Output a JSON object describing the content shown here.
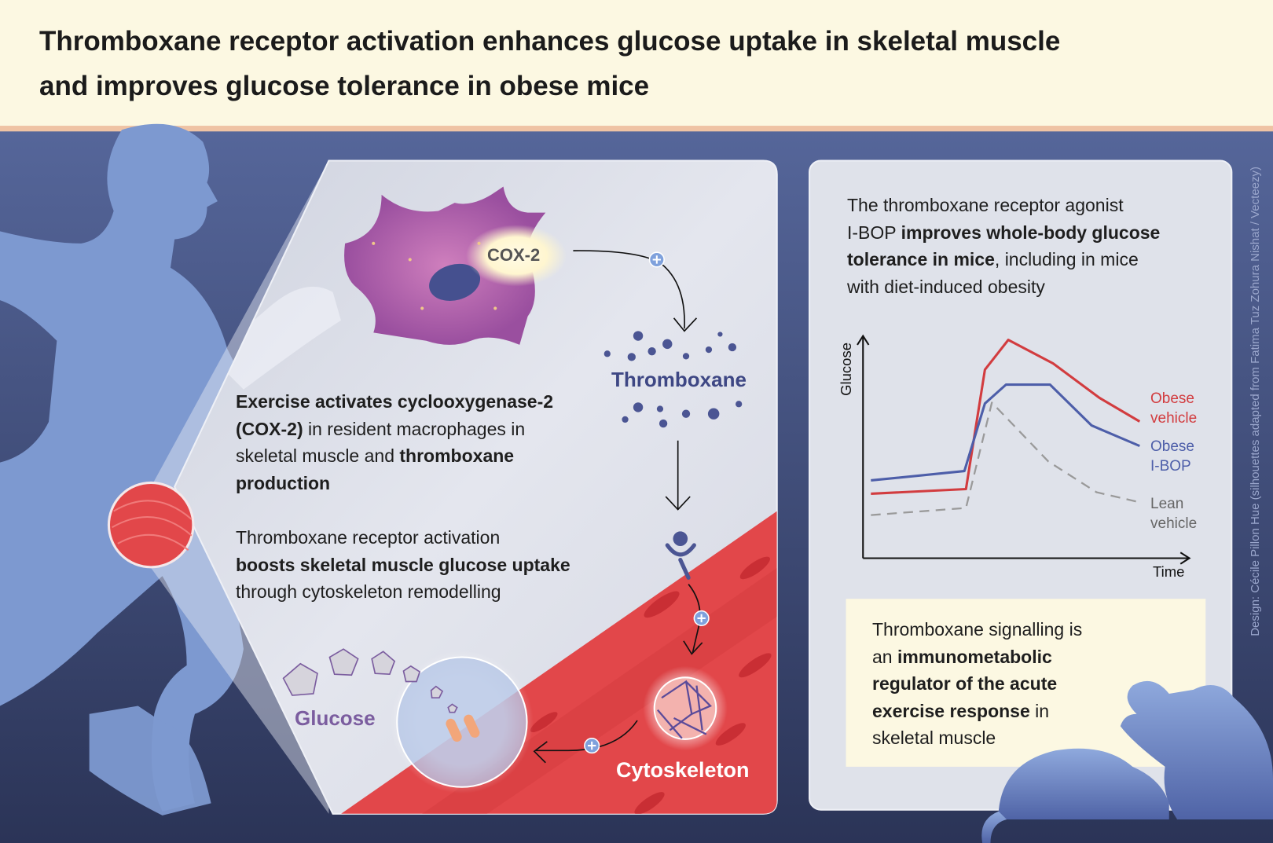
{
  "header": {
    "title_line1": "Thromboxane receptor activation enhances glucose uptake in skeletal muscle",
    "title_line2": "and improves glucose tolerance in obese mice"
  },
  "mechanism": {
    "cox2_label": "COX-2",
    "thromboxane_label": "Thromboxane",
    "glucose_label": "Glucose",
    "cytoskeleton_label": "Cytoskeleton",
    "text1": [
      {
        "b": "Exercise activates cyclooxygenase-2"
      },
      {
        "b": "(COX-2)",
        "n": " in resident macrophages in"
      },
      {
        "n": "skeletal muscle and ",
        "b": "thromboxane"
      },
      {
        "b": "production"
      }
    ],
    "text1_lines": [
      "Exercise activates cyclooxygenase-2",
      "(COX-2)",
      " in resident macrophages in",
      "skeletal muscle and ",
      "thromboxane",
      "production"
    ],
    "text2_lines": [
      "Thromboxane receptor activation",
      "boosts skeletal muscle glucose uptake",
      "through cytoskeleton remodelling"
    ]
  },
  "results": {
    "text_parts": [
      "The thromboxane receptor agonist",
      "I-BOP ",
      "improves whole-body glucose",
      "tolerance in mice",
      ", including in mice",
      "with diet-induced obesity"
    ],
    "conclusion_parts": [
      "Thromboxane signalling is",
      "an ",
      "immunometabolic",
      "regulator of the acute",
      "exercise response",
      " in",
      "skeletal muscle"
    ]
  },
  "chart_data": {
    "type": "line",
    "xlabel": "Time",
    "ylabel": "Glucose",
    "xlim": [
      0,
      100
    ],
    "ylim": [
      0,
      100
    ],
    "grid": false,
    "legend": "right",
    "ticks": "none (relative units)",
    "series": [
      {
        "name": "Obese vehicle",
        "color": "#d23c3f",
        "style": "solid",
        "x": [
          2.5,
          32.6,
          38.6,
          46.0,
          60.2,
          74.9,
          87.6
        ],
        "y": [
          29.0,
          31.1,
          84.8,
          98.2,
          87.6,
          72.1,
          61.5
        ]
      },
      {
        "name": "Obese I-BOP",
        "color": "#4d5ea9",
        "style": "solid",
        "x": [
          2.5,
          32.1,
          38.6,
          45.3,
          59.2,
          72.4,
          87.6
        ],
        "y": [
          35.0,
          39.2,
          69.6,
          78.1,
          78.1,
          59.7,
          50.5
        ]
      },
      {
        "name": "Lean vehicle",
        "color": "#9a9a9a",
        "style": "dashed",
        "x": [
          2.5,
          32.6,
          40.8,
          58.7,
          73.9,
          87.8
        ],
        "y": [
          19.4,
          22.6,
          70.0,
          43.5,
          29.7,
          25.1
        ]
      }
    ],
    "legend_lines": [
      [
        "Obese",
        "vehicle"
      ],
      [
        "Obese",
        "I-BOP"
      ],
      [
        "Lean",
        "vehicle"
      ]
    ]
  },
  "credit": "Design: Cécile Pillon Hue (silhouettes adapted from Fatima Tuz Zohura Nishat / Vecteezy)",
  "colors": {
    "header_bg": "#fcf8e2",
    "header_rule": "#efc3a4",
    "background_top": "#5d6fa6",
    "background_bottom": "#2b3457",
    "silhouette": "#7d99d0",
    "muscle": "#e0484a",
    "thromboxane": "#3e4784",
    "glucose": "#7b5d9f"
  },
  "icons": [
    "runner-silhouette",
    "muscle-icon",
    "macrophage-icon",
    "plus-icon",
    "thromboxane-receptor-icon",
    "cytoskeleton-icon",
    "glucose-pentagon-icon",
    "mouse-silhouette"
  ]
}
